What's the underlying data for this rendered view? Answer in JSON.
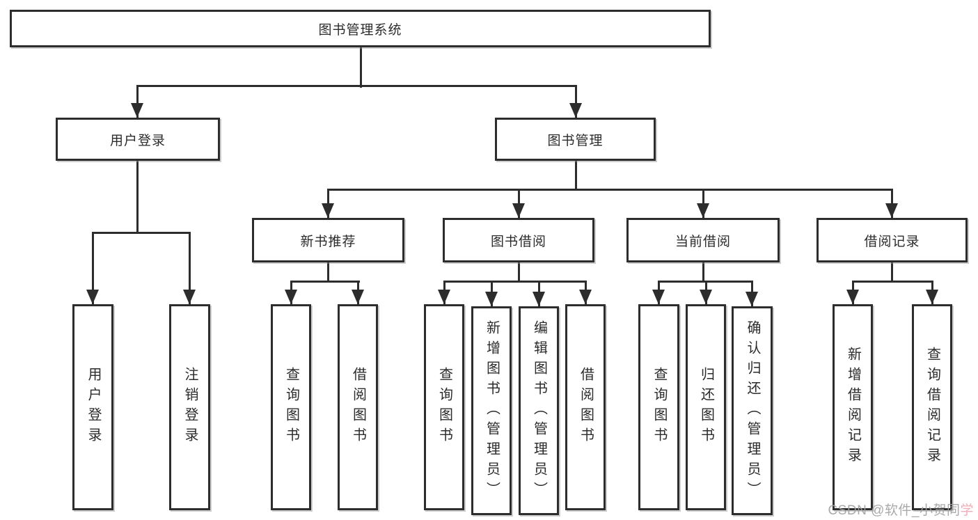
{
  "root": {
    "label": "图书管理系统"
  },
  "level2": [
    {
      "label": "用户登录"
    },
    {
      "label": "图书管理"
    }
  ],
  "level3": [
    {
      "label": "新书推荐"
    },
    {
      "label": "图书借阅"
    },
    {
      "label": "当前借阅"
    },
    {
      "label": "借阅记录"
    }
  ],
  "leaves": {
    "login": [
      {
        "label": "用户登录"
      },
      {
        "label": "注销登录"
      }
    ],
    "new_book": [
      {
        "label": "查询图书"
      },
      {
        "label": "借阅图书"
      }
    ],
    "book_borrow": [
      {
        "label": "查询图书"
      },
      {
        "label": "新增图书（管理员）"
      },
      {
        "label": "编辑图书（管理员）"
      },
      {
        "label": "借阅图书"
      }
    ],
    "current_borrow": [
      {
        "label": "查询图书"
      },
      {
        "label": "归还图书"
      },
      {
        "label": "确认归还（管理员）"
      }
    ],
    "borrow_record": [
      {
        "label": "新增借阅记录"
      },
      {
        "label": "查询借阅记录"
      }
    ]
  },
  "watermark": {
    "prefix": "CSDN @软件_小贺同",
    "suffix": "学"
  },
  "colors": {
    "line": "#2d2d2d",
    "box_border": "#2d2d2d",
    "box_fill": "#ffffff",
    "text": "#2b2b2b",
    "watermark_gray": "#a2a2a2",
    "watermark_pink": "#efa6b5"
  }
}
